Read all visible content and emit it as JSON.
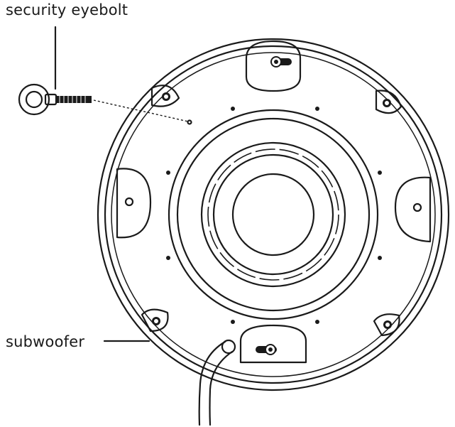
{
  "diagram": {
    "labels": {
      "eyebolt": "security eyebolt",
      "subwoofer": "subwoofer"
    },
    "icons": [
      "eyebolt-icon",
      "subwoofer-illustration",
      "screw-icon",
      "keyhole-icon",
      "cable-icon"
    ]
  }
}
